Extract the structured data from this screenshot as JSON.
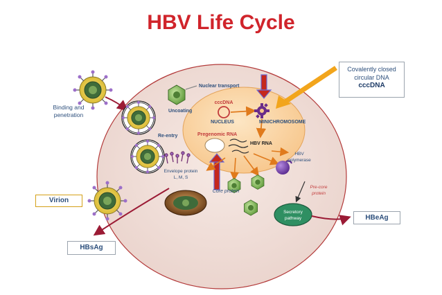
{
  "title": "HBV Life Cycle",
  "labels": {
    "binding": "Binding and penetration",
    "uncoating": "Uncoating",
    "nuclear_transport": "Nuclear transport",
    "re_entry": "Re-entry",
    "envelope_protein": "Envelope protein",
    "envelope_types": "L, M, S",
    "cccdna": "cccDNA",
    "nucleus": "NUCLEUS",
    "minichromosome": "MINICHROMOSOME",
    "pregenomic_rna": "Pregenomic RNA",
    "hbv_rna": "HBV RNA",
    "hbv_polymerase": "HBV polymerase",
    "core_protein": "Core protein",
    "precore_protein": "Pre-core protein",
    "secretory_pathway": "Secretory pathway"
  },
  "callout": {
    "line1": "Covalently closed",
    "line2": "circular DNA",
    "line3": "cccDNA"
  },
  "boxes": {
    "virion": "Virion",
    "hbsag": "HBsAg",
    "hbeag": "HBeAg"
  },
  "colors": {
    "title": "#d0242b",
    "cell_border": "#b33a3a",
    "nucleus_fill": "#fcd9a8",
    "arrow_orange": "#e07a1c",
    "arrow_maroon": "#9b1b35",
    "callout_arrow": "#f2a51c",
    "secretory_fill": "#2f8f62",
    "label_blue": "#2d4f7c",
    "label_red": "#c23b3b",
    "virion_box_border": "#d4a017"
  }
}
